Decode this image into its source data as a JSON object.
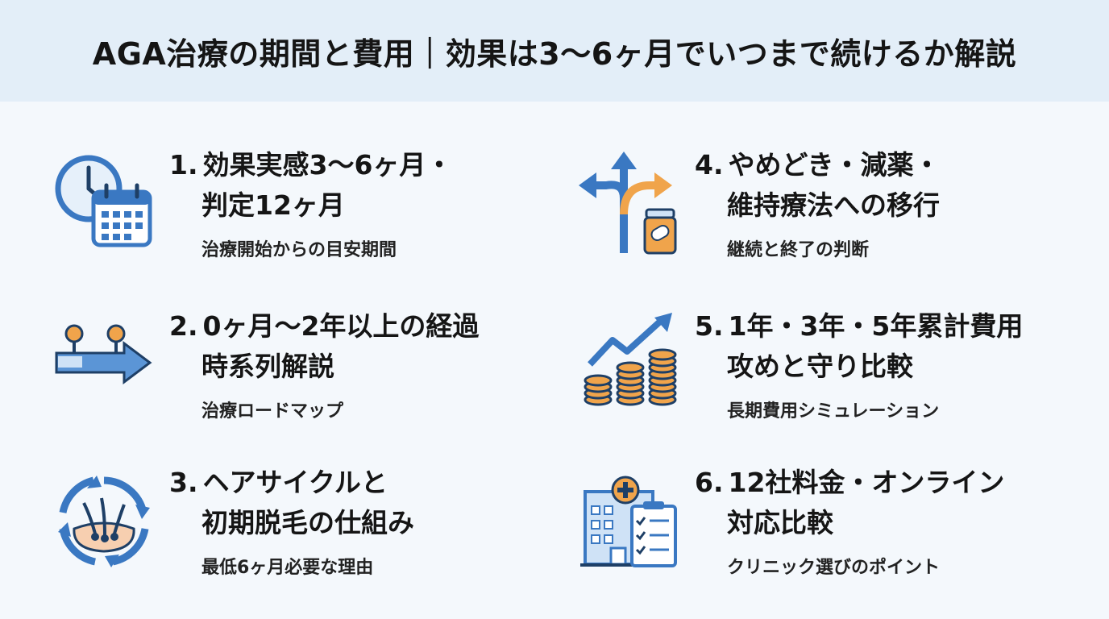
{
  "header": {
    "title": "AGA治療の期間と費用｜効果は3〜6ヶ月でいつまで続けるか解説"
  },
  "items": [
    {
      "num": "1.",
      "line1": "効果実感3〜6ヶ月・",
      "line2": "判定12ヶ月",
      "sub": "治療開始からの目安期間",
      "icon": "clock-calendar-icon"
    },
    {
      "num": "2.",
      "line1": "0ヶ月〜2年以上の経過",
      "line2": "時系列解説",
      "sub": "治療ロードマップ",
      "icon": "timeline-arrow-icon"
    },
    {
      "num": "3.",
      "line1": "ヘアサイクルと",
      "line2": "初期脱毛の仕組み",
      "sub": "最低6ヶ月必要な理由",
      "icon": "hair-cycle-icon"
    },
    {
      "num": "4.",
      "line1": "やめどき・減薬・",
      "line2": "維持療法への移行",
      "sub": "継続と終了の判断",
      "icon": "branching-arrows-pill-icon"
    },
    {
      "num": "5.",
      "line1": "1年・3年・5年累計費用",
      "line2": "攻めと守り比較",
      "sub": "長期費用シミュレーション",
      "icon": "coins-growth-icon"
    },
    {
      "num": "6.",
      "line1": "12社料金・オンライン",
      "line2": "対応比較",
      "sub": "クリニック選びのポイント",
      "icon": "clinic-checklist-icon"
    }
  ],
  "colors": {
    "header_bg": "#e3eef8",
    "page_bg": "#f4f8fc",
    "blue": "#3a78c2",
    "orange": "#f0a44b"
  }
}
